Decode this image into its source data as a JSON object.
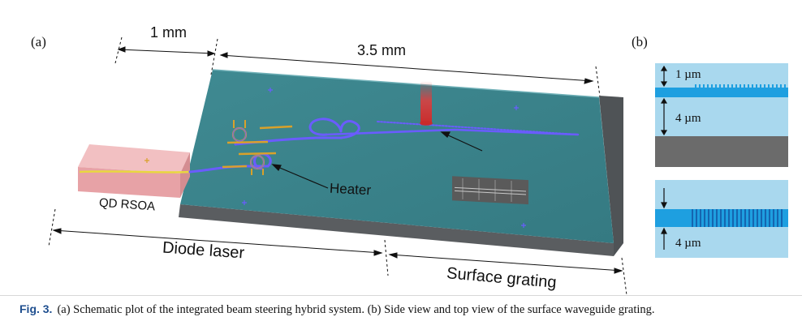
{
  "figure": {
    "panel_a_label": "(a)",
    "panel_b_label": "(b)",
    "dim_1mm": "1 mm",
    "dim_35mm": "3.5 mm",
    "heater_label": "Heater",
    "rsoa_label": "QD RSOA",
    "diode_label": "Diode laser",
    "surface_label": "Surface grating",
    "side_view_1um": "1 µm",
    "side_view_4um": "4 µm",
    "top_view_4um": "4 µm",
    "colors": {
      "chip_top": "#3a8189",
      "chip_side": "#5d6063",
      "rsoa": "#e9a8ab",
      "waveguide": "#6a5cff",
      "heater": "#d9a12a",
      "beam": "#e23c3c",
      "cladding": "#a9d8ee",
      "core": "#1e9fe0",
      "substrate": "#6b6b6b"
    }
  },
  "caption": {
    "label": "Fig. 3.",
    "text": "(a) Schematic plot of the integrated beam steering hybrid system. (b) Side view and top view of the surface waveguide grating."
  }
}
